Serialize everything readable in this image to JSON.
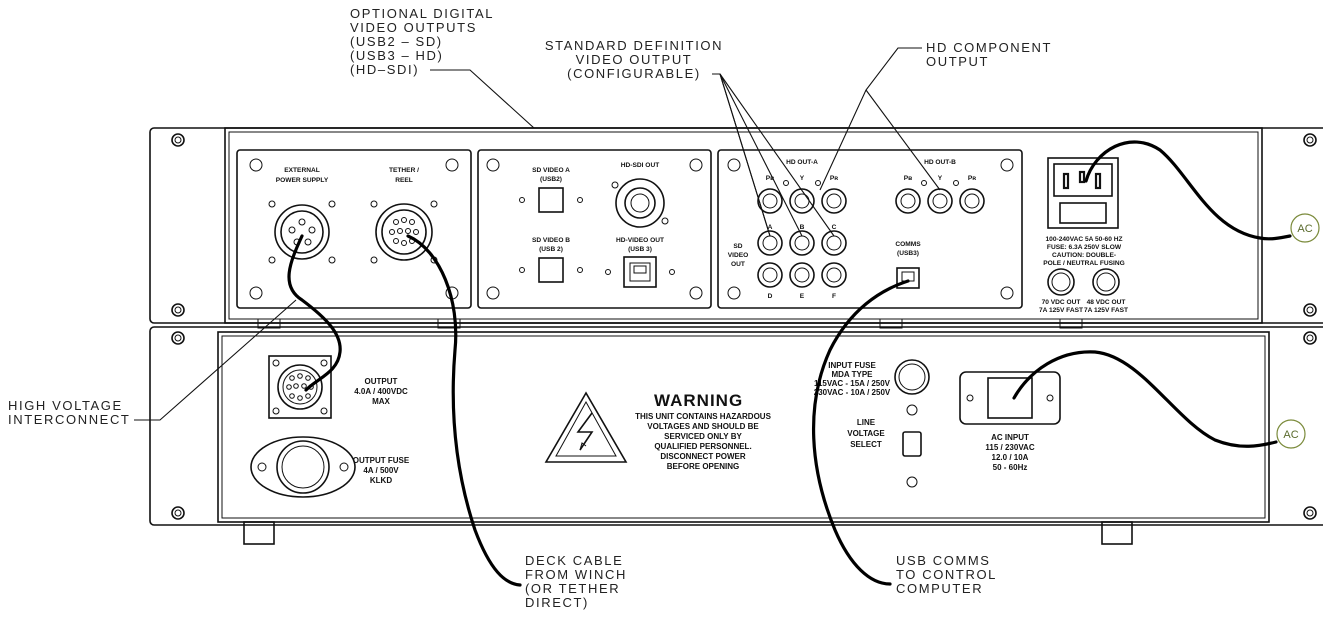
{
  "callouts": {
    "optional_digital": [
      "OPTIONAL DIGITAL",
      "VIDEO OUTPUTS",
      "(USB2 – SD)",
      "(USB3 – HD)",
      "(HD–SDI)"
    ],
    "standard_def": [
      "STANDARD DEFINITION",
      "VIDEO OUTPUT",
      "(CONFIGURABLE)"
    ],
    "hd_component": [
      "HD COMPONENT",
      "OUTPUT"
    ],
    "high_voltage": [
      "HIGH VOLTAGE",
      "INTERCONNECT"
    ],
    "deck_cable": [
      "DECK CABLE",
      "FROM WINCH",
      "(OR TETHER",
      "DIRECT)"
    ],
    "usb_comms": [
      "USB COMMS",
      "TO CONTROL",
      "COMPUTER"
    ]
  },
  "ac_label": "AC",
  "upper_unit": {
    "external_power": [
      "EXTERNAL",
      "POWER SUPPLY"
    ],
    "tether_reel": [
      "TETHER /",
      "REEL"
    ],
    "sd_video_a": [
      "SD VIDEO A",
      "(USB2)"
    ],
    "sd_video_b": [
      "SD VIDEO B",
      "(USB 2)"
    ],
    "hd_sdi_out": "HD-SDI OUT",
    "hd_video_out": [
      "HD-VIDEO OUT",
      "(USB 3)"
    ],
    "hd_out_a": "HD OUT-A",
    "hd_out_b": "HD OUT-B",
    "pb": "Pʙ",
    "y": "Y",
    "pr": "Pʀ",
    "sd_video_out": [
      "SD",
      "VIDEO",
      "OUT"
    ],
    "jack_letters": [
      "A",
      "B",
      "C",
      "D",
      "E",
      "F"
    ],
    "comms": [
      "COMMS",
      "(USB3)"
    ],
    "ac_spec": [
      "100-240VAC 5A 50-60 HZ",
      "FUSE: 6.3A 250V SLOW",
      "CAUTION: DOUBLE-",
      "POLE / NEUTRAL FUSING"
    ],
    "vdc_70": [
      "70 VDC OUT",
      "7A 125V FAST"
    ],
    "vdc_48": [
      "48 VDC OUT",
      "7A 125V FAST"
    ]
  },
  "lower_unit": {
    "output": [
      "OUTPUT",
      "4.0A / 400VDC",
      "MAX"
    ],
    "output_fuse": [
      "OUTPUT FUSE",
      "4A / 500V",
      "KLKD"
    ],
    "warning_title": "WARNING",
    "warning_text": [
      "THIS UNIT CONTAINS HAZARDOUS",
      "VOLTAGES AND SHOULD BE",
      "SERVICED ONLY BY",
      "QUALIFIED PERSONNEL.",
      "DISCONNECT POWER",
      "BEFORE OPENING"
    ],
    "input_fuse": [
      "INPUT FUSE",
      "MDA TYPE",
      "115VAC - 15A / 250V",
      "230VAC - 10A / 250V"
    ],
    "line_voltage": [
      "LINE",
      "VOLTAGE",
      "SELECT"
    ],
    "ac_input": [
      "AC INPUT",
      "115 / 230VAC",
      "12.0 / 10A",
      "50 - 60Hz"
    ]
  }
}
